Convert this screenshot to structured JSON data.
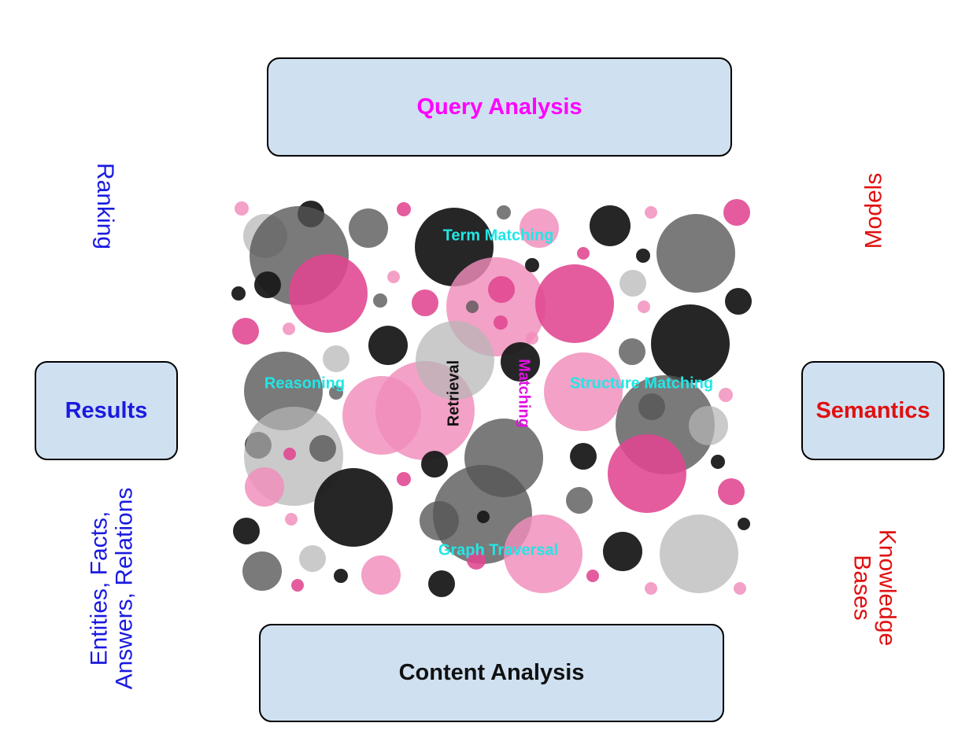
{
  "boxes": {
    "query_analysis": "Query Analysis",
    "content_analysis": "Content Analysis",
    "results": "Results",
    "semantics": "Semantics"
  },
  "side_labels": {
    "ranking": "Ranking",
    "models": "Models",
    "entities_line1": "Entities, Facts,",
    "entities_line2": "Answers, Relations",
    "knowledge_line1": "Knowledge",
    "knowledge_line2": "Bases"
  },
  "circle_labels": {
    "term_matching": "Term Matching",
    "reasoning": "Reasoning",
    "retrieval": "Retrieval",
    "matching": "Matching",
    "structure_matching": "Structure Matching",
    "graph_traversal": "Graph Traversal"
  },
  "colors": {
    "box_fill": "#cfe0f1",
    "query_text": "#ff00ff",
    "results_text": "#1a1ae0",
    "semantics_text": "#e01010",
    "content_text": "#111111",
    "blue_label": "#1a1ae0",
    "red_label": "#e01010",
    "cyan_label": "#22e6e6",
    "magenta_label": "#e010e0",
    "pink_dark": "#e0458f",
    "pink_light": "#f08cbb",
    "grey_dark": "#555555",
    "grey_light": "#b5b5b5",
    "black": "#1a1a1a"
  }
}
